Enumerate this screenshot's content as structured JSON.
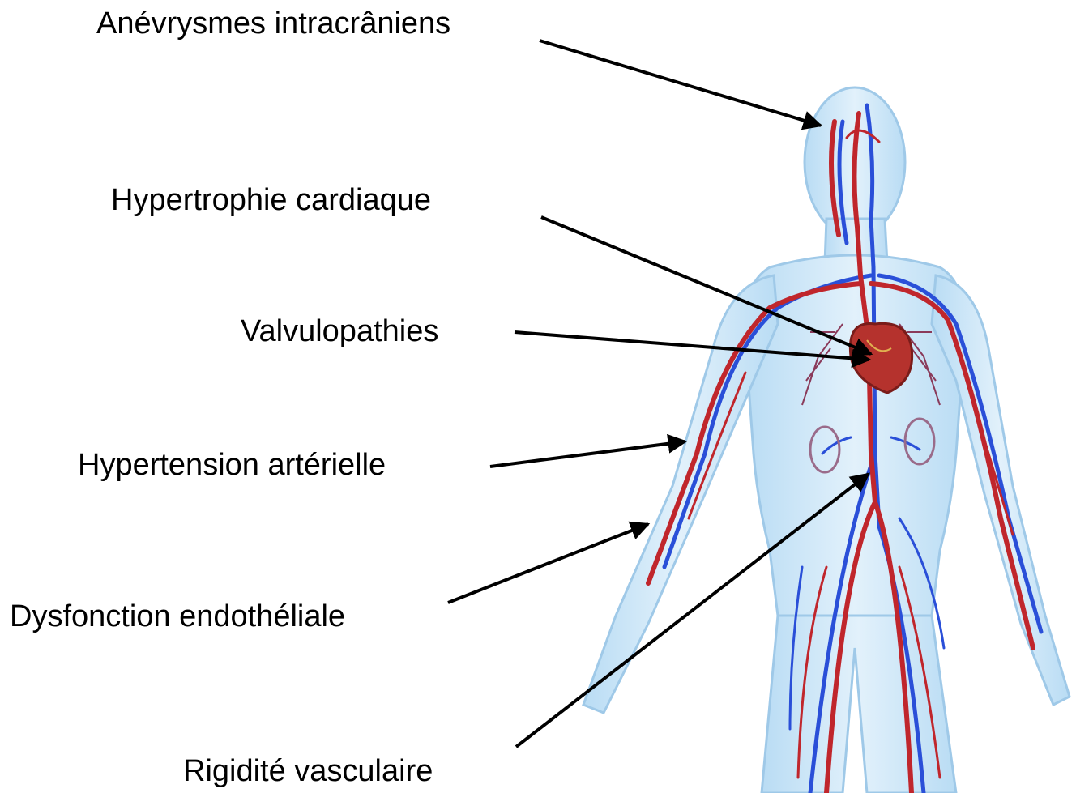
{
  "labels": {
    "aneurysm": "Anévrysmes intracrâniens",
    "hypertrophy": "Hypertrophie cardiaque",
    "valve": "Valvulopathies",
    "hypertension": "Hypertension artérielle",
    "endothelial": "Dysfonction endothéliale",
    "rigidity": "Rigidité vasculaire"
  },
  "colors": {
    "body_fill": "#cfe6f7",
    "body_outline": "#9fc9e8",
    "artery": "#c0262c",
    "vein": "#2a4fd8",
    "heart": "#b5322d",
    "arrow": "#000000"
  }
}
